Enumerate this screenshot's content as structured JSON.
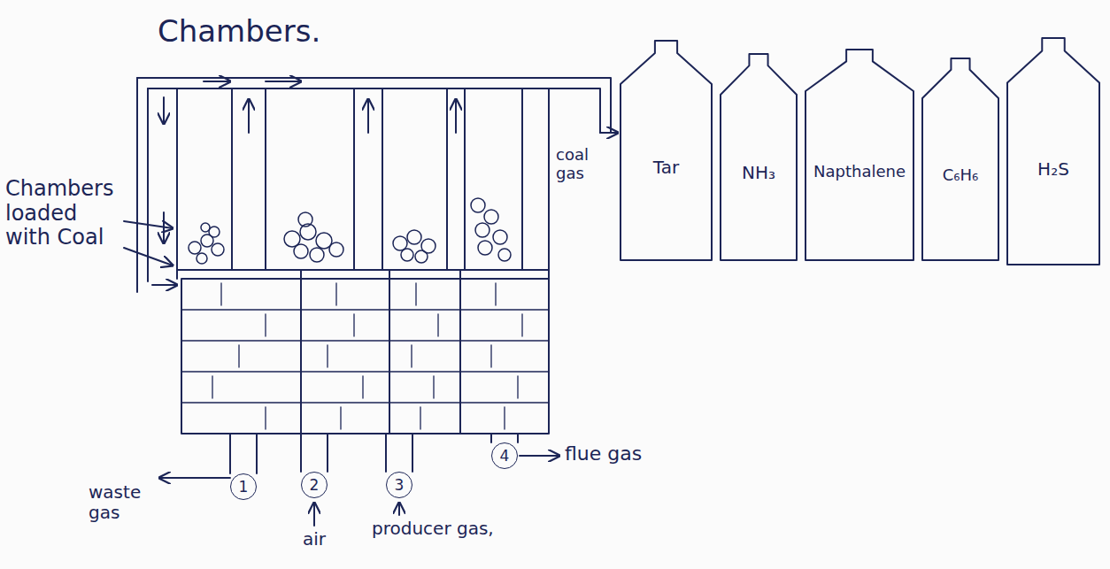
{
  "diagram": {
    "nodes": [
      {
        "text": [
          "Tar"
        ]
      },
      {
        "text": [
          "NH₃"
        ]
      },
      {
        "text": [
          "Napthalene"
        ]
      },
      {
        "text": [
          "C₆H₆"
        ]
      },
      {
        "text": [
          "H₂S"
        ]
      },
      {
        "text": [
          "1"
        ]
      },
      {
        "text": [
          "2"
        ]
      },
      {
        "text": [
          "3"
        ]
      },
      {
        "text": [
          "4"
        ]
      }
    ],
    "labels": [
      "Chambers.",
      "Chambers loaded with Coal",
      "coal gas",
      "waste gas",
      "air",
      "producer gas,",
      "flue gas"
    ]
  }
}
